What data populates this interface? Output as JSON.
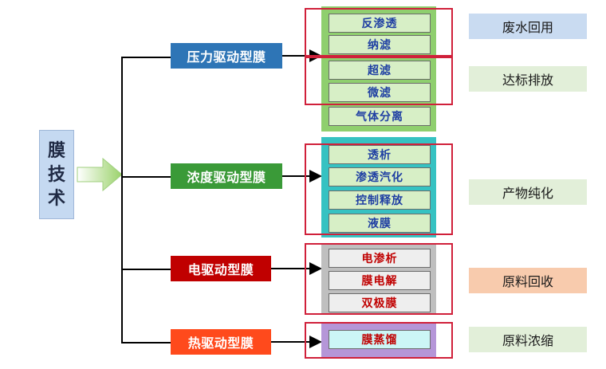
{
  "root": {
    "chars": [
      "膜",
      "技",
      "术"
    ]
  },
  "categories": {
    "pressure": "压力驱动型膜",
    "concentration": "浓度驱动型膜",
    "electric": "电驱动型膜",
    "thermal": "热驱动型膜"
  },
  "processes": {
    "pressure": [
      "反渗透",
      "纳滤",
      "超滤",
      "微滤",
      "气体分离"
    ],
    "concentration": [
      "透析",
      "渗透汽化",
      "控制释放",
      "液膜"
    ],
    "electric": [
      "电渗析",
      "膜电解",
      "双极膜"
    ],
    "thermal": [
      "膜蒸馏"
    ]
  },
  "applications": {
    "wastewater_reuse": "废水回用",
    "discharge_compliance": "达标排放",
    "product_purification": "产物纯化",
    "raw_material_recovery": "原料回收",
    "raw_material_concentration": "原料浓缩"
  },
  "colors": {
    "pressure": "#2e75b6",
    "concentration": "#3a9a38",
    "electric": "#c00000",
    "thermal": "#ff4a1c",
    "frame": "#d0203a"
  }
}
